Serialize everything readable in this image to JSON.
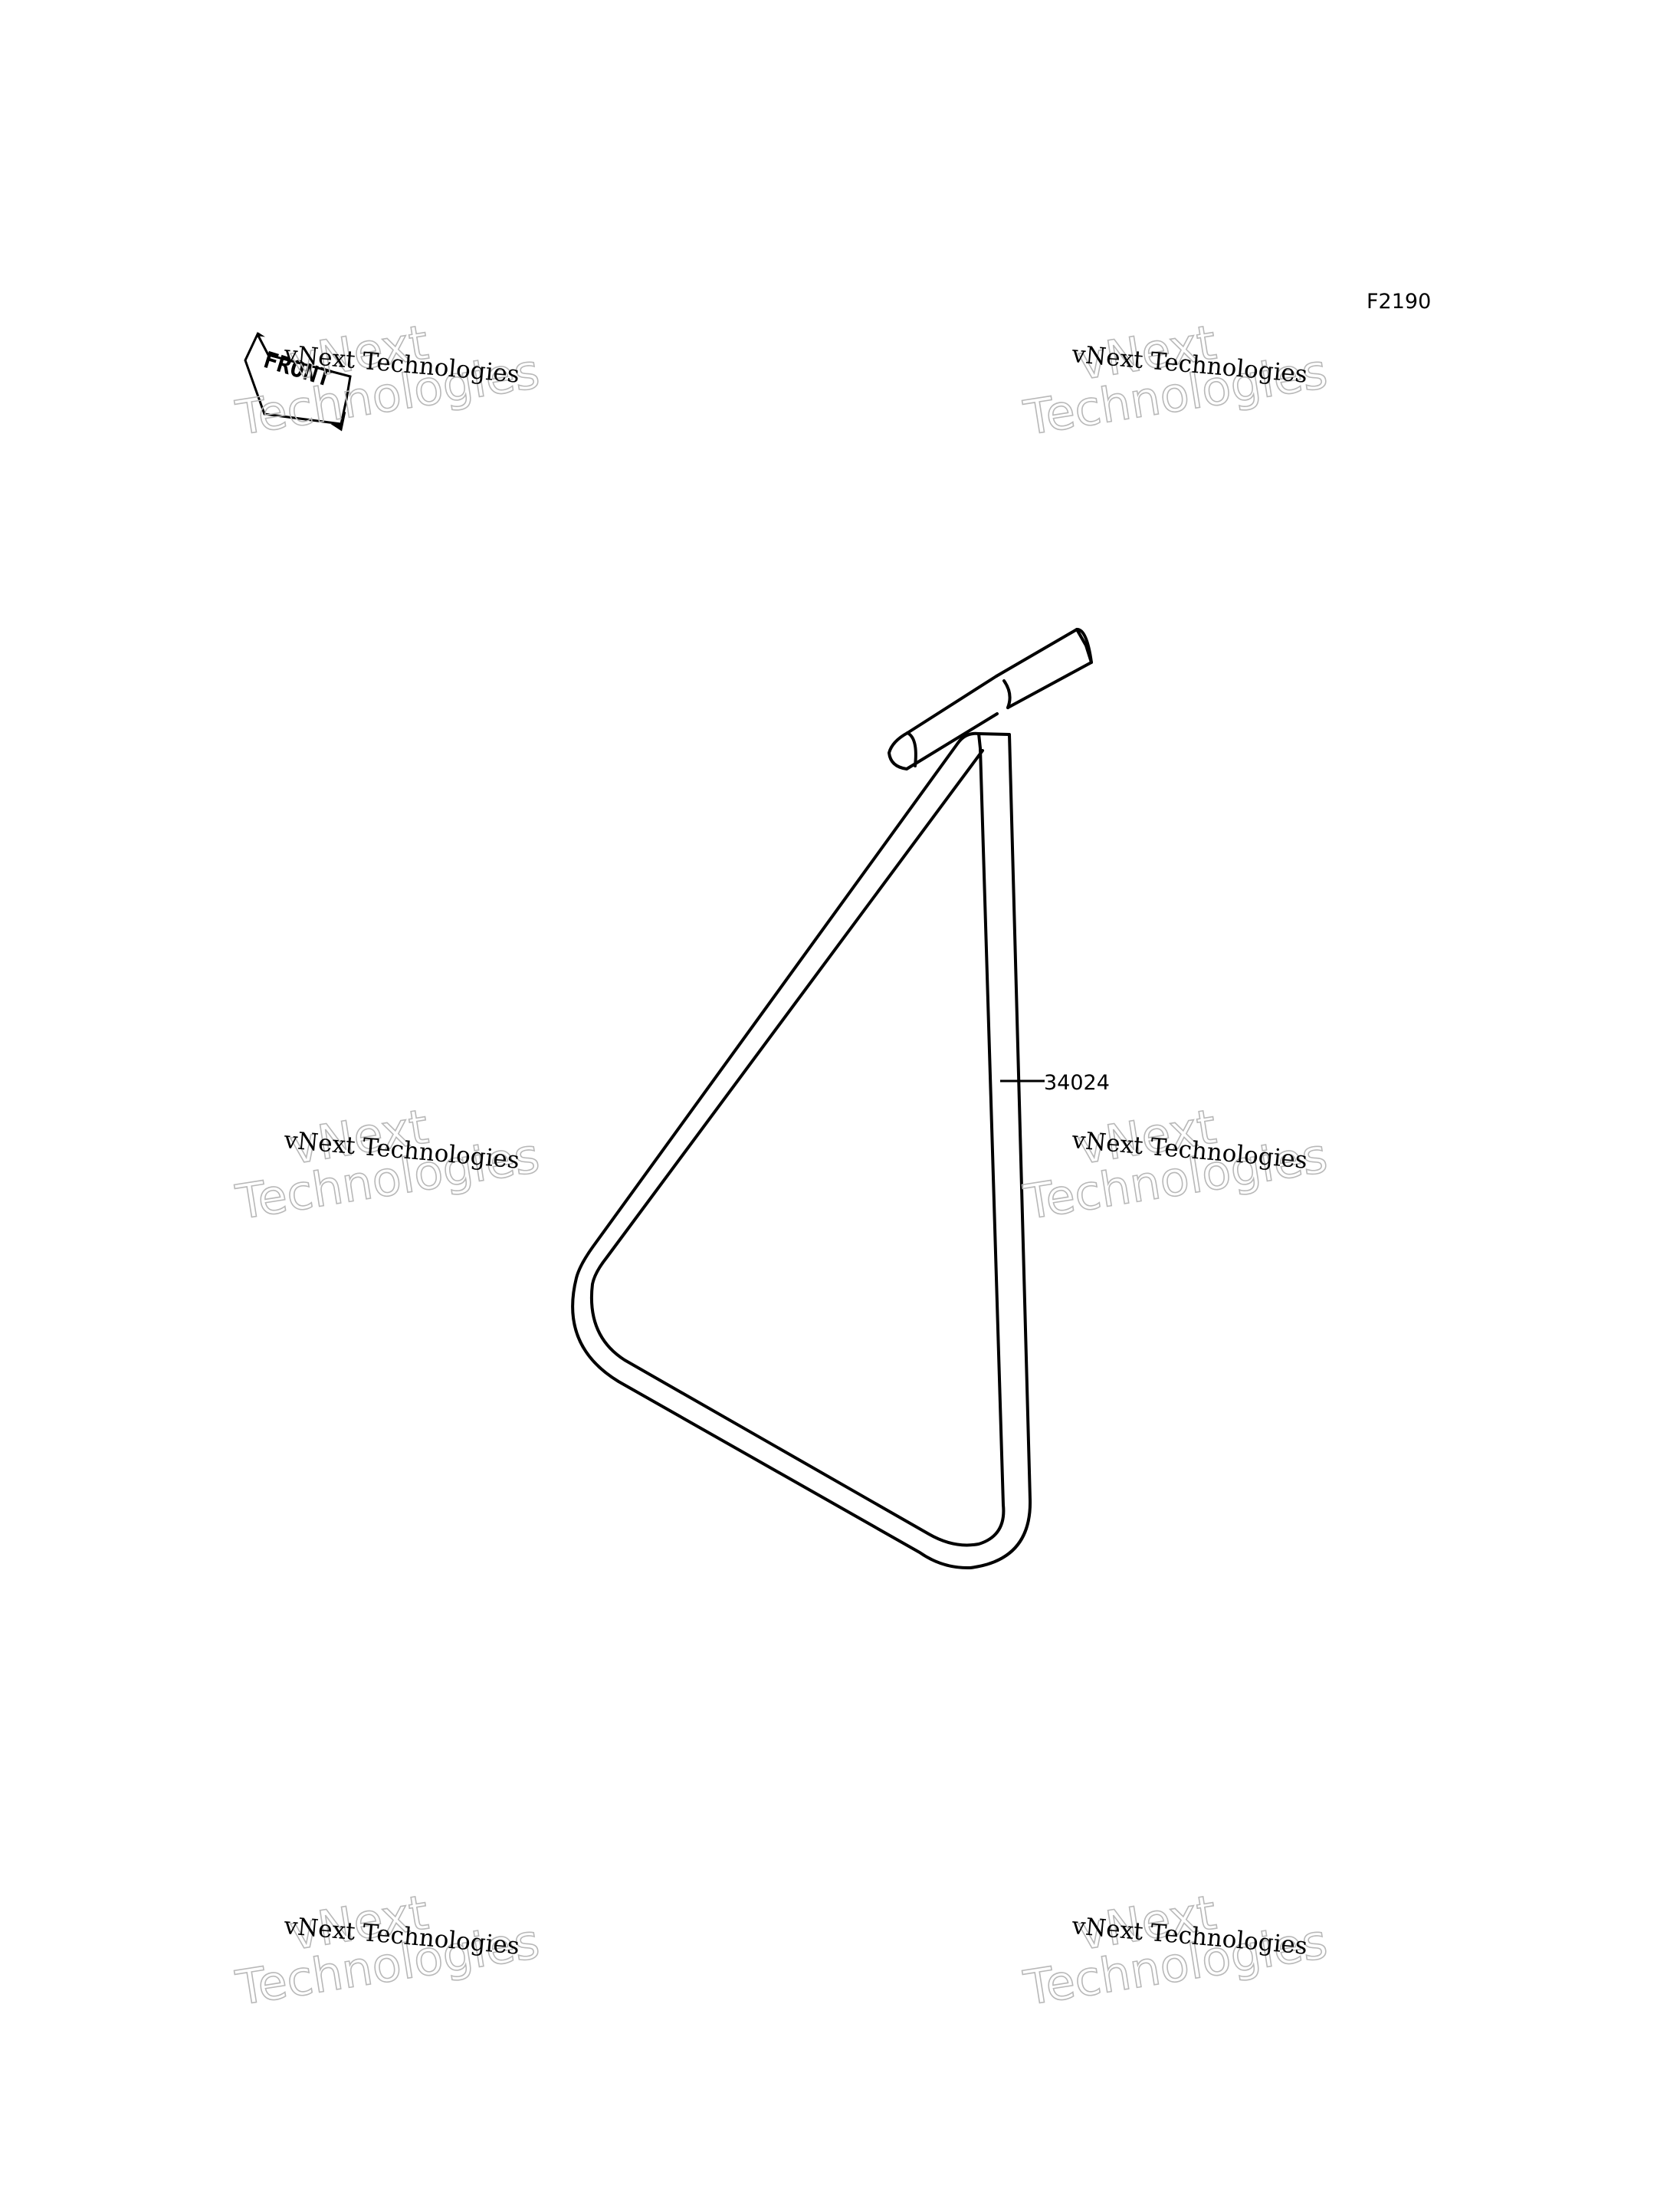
{
  "figure": {
    "code": "F2190"
  },
  "front_indicator": {
    "label": "FRONT",
    "icon": "front-arrow-icon"
  },
  "parts": [
    {
      "number": "34024"
    }
  ],
  "watermark": {
    "line1": "vNext Technologies",
    "line2_top": "vNext",
    "line2_bottom": "Technologies"
  }
}
